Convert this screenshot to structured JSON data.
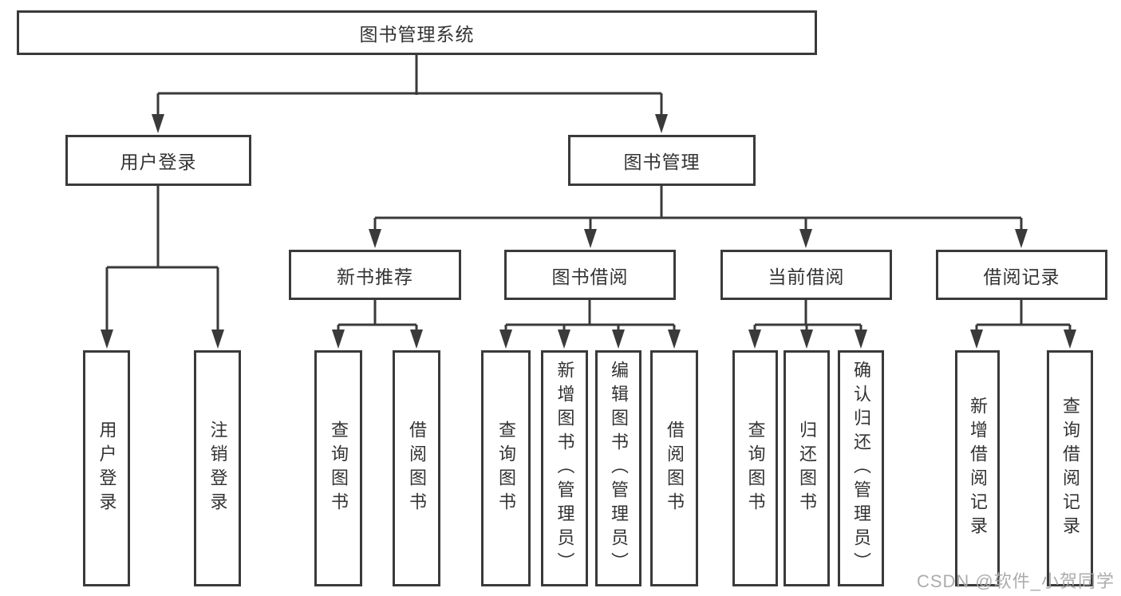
{
  "diagram_title": "图书管理系统",
  "colors": {
    "background": "#ffffff",
    "line": "#3a3a3a",
    "box_border": "#3a3a3a",
    "text": "#333333",
    "watermark": "#a8a8a8"
  },
  "nodes": {
    "root": {
      "label": "图书管理系统"
    },
    "level2": [
      {
        "label": "用户登录",
        "parent": "图书管理系统"
      },
      {
        "label": "图书管理",
        "parent": "图书管理系统"
      }
    ],
    "level3": [
      {
        "label": "新书推荐",
        "parent": "图书管理"
      },
      {
        "label": "图书借阅",
        "parent": "图书管理"
      },
      {
        "label": "当前借阅",
        "parent": "图书管理"
      },
      {
        "label": "借阅记录",
        "parent": "图书管理"
      }
    ],
    "leaves": [
      {
        "label": "用户登录",
        "parent": "用户登录"
      },
      {
        "label": "注销登录",
        "parent": "用户登录"
      },
      {
        "label": "查询图书",
        "parent": "新书推荐"
      },
      {
        "label": "借阅图书",
        "parent": "新书推荐"
      },
      {
        "label": "查询图书",
        "parent": "图书借阅"
      },
      {
        "label": "新增图书（管理员）",
        "parent": "图书借阅"
      },
      {
        "label": "编辑图书（管理员）",
        "parent": "图书借阅"
      },
      {
        "label": "借阅图书",
        "parent": "图书借阅"
      },
      {
        "label": "查询图书",
        "parent": "当前借阅"
      },
      {
        "label": "归还图书",
        "parent": "当前借阅"
      },
      {
        "label": "确认归还（管理员）",
        "parent": "当前借阅"
      },
      {
        "label": "新增借阅记录",
        "parent": "借阅记录"
      },
      {
        "label": "查询借阅记录",
        "parent": "借阅记录"
      }
    ]
  },
  "watermark": "CSDN @软件_小贺同学"
}
